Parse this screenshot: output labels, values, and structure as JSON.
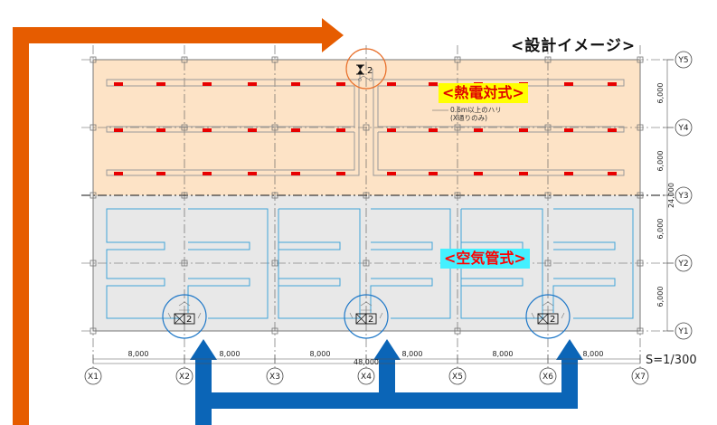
{
  "title": "<設計イメージ>",
  "zones": {
    "heat": {
      "label": "<熱電対式>",
      "fill": "#fde3c6",
      "label_bg": "#ffff00",
      "label_color": "#e00000"
    },
    "air": {
      "label": "<空気管式>",
      "fill": "#e8e8e8",
      "label_bg": "#44f0ff",
      "label_color": "#ff0000"
    }
  },
  "note": {
    "line1": "0.6m以上のハリ",
    "line2": "(X通りのみ)"
  },
  "grid": {
    "x_labels": [
      "X1",
      "X2",
      "X3",
      "X4",
      "X5",
      "X6",
      "X7"
    ],
    "y_labels": [
      "Y5",
      "Y4",
      "Y3",
      "Y2",
      "Y1"
    ],
    "x_spans": [
      "8,000",
      "8,000",
      "8,000",
      "8,000",
      "8,000",
      "8,000"
    ],
    "x_total": "48,000",
    "y_spans": [
      "6,000",
      "6,000",
      "6,000",
      "6,000"
    ],
    "y_total": "24,000"
  },
  "scale": "S=1/300",
  "detectors": {
    "heat_count": "2",
    "air_counts": [
      "2",
      "2",
      "2"
    ]
  },
  "colors": {
    "orange_arrow": "#e65c00",
    "blue_arrow": "#0b65b7",
    "sensor_red": "#e80000",
    "air_tube": "#3fa3d8",
    "circle_orange": "#e86f2a",
    "circle_blue": "#1f78c8"
  }
}
